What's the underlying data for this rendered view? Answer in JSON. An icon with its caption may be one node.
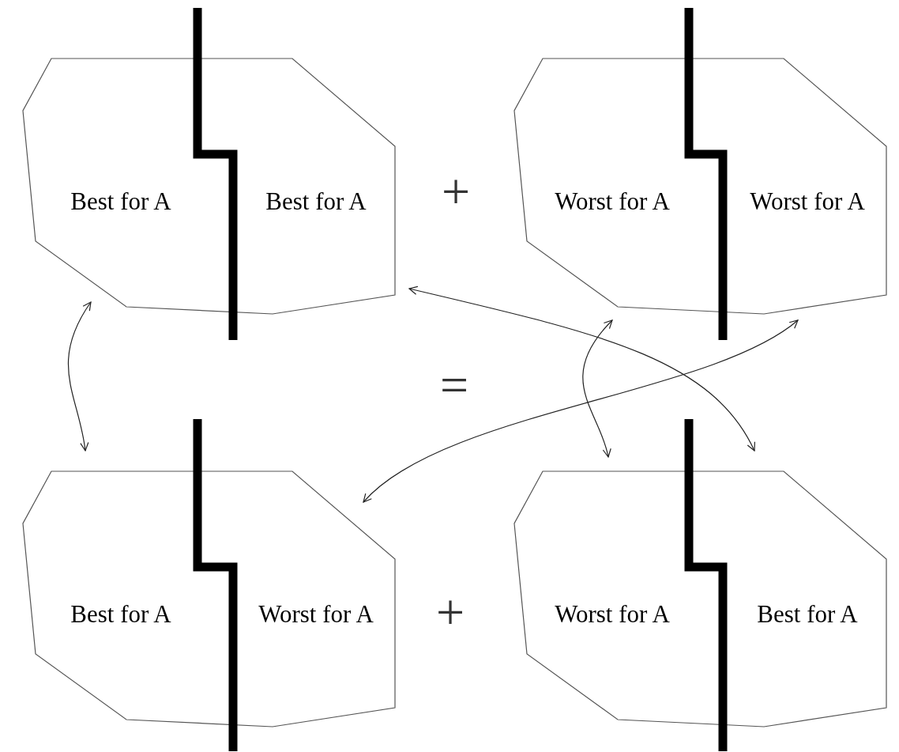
{
  "diagram": {
    "nodes": [
      {
        "text": [
          "Best for A",
          "Best for A"
        ]
      },
      {
        "text": [
          "Worst for A",
          "Worst for A"
        ]
      },
      {
        "text": [
          "Best for A",
          "Worst for A"
        ]
      },
      {
        "text": [
          "Worst for A",
          "Best for A"
        ]
      }
    ],
    "edges": [
      {
        "from": 0,
        "to": 2,
        "arrow": "both"
      },
      {
        "from": 0,
        "to": 3,
        "arrow": "both"
      },
      {
        "from": 1,
        "to": 3,
        "arrow": "both"
      },
      {
        "from": 1,
        "to": 2,
        "arrow": "both"
      }
    ],
    "labels": [
      "+",
      "=",
      "+"
    ]
  }
}
